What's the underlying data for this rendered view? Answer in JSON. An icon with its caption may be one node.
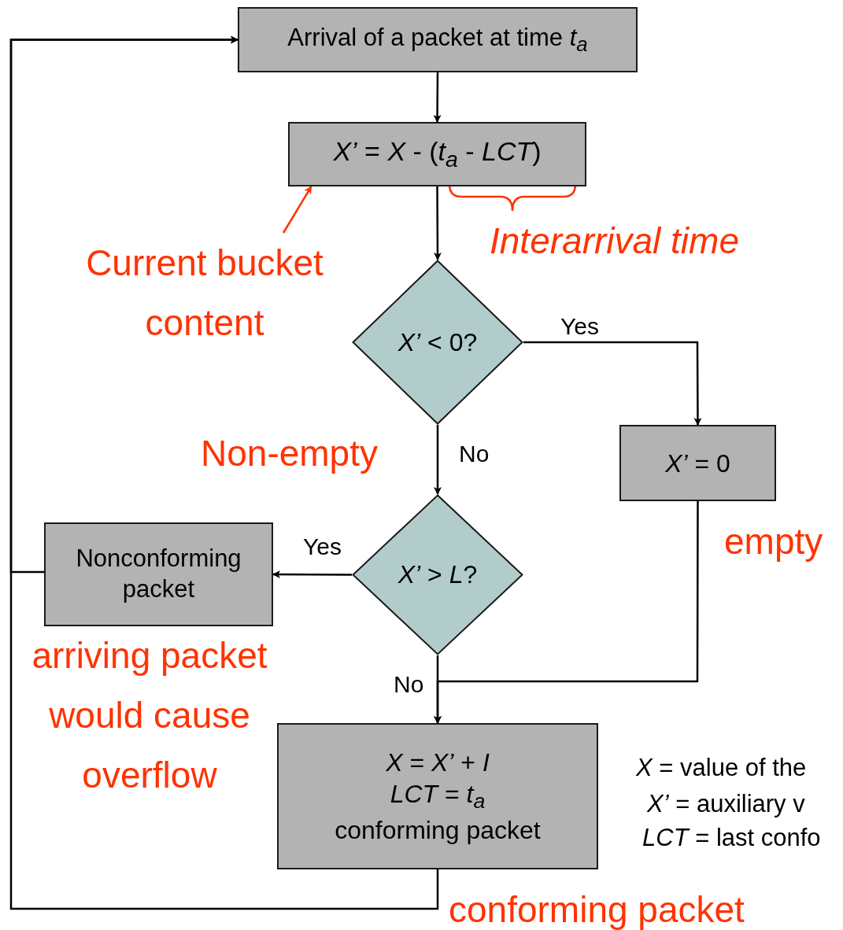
{
  "diagram": {
    "nodes": [
      {
        "text": [
          "Arrival of a packet at time *t*$_{a}$"
        ]
      },
      {
        "text": [
          "*X’* = *X* - (*t*$_{a}$  - *LCT*)"
        ]
      },
      {
        "text": [
          "*X’* < 0?"
        ]
      },
      {
        "text": [
          "*X’* = 0"
        ]
      },
      {
        "text": [
          "*X’* > *L*?"
        ]
      },
      {
        "text": [
          "Nonconforming packet"
        ]
      },
      {
        "text": [
          "*X* = *X’* + *I*",
          "*LCT* = *t*$_{a}$",
          "conforming packet"
        ]
      },
      {
        "text": [
          "Current bucket content"
        ]
      }
    ],
    "edges": [
      {
        "from": 0,
        "to": 1,
        "arrow": "to"
      },
      {
        "from": 1,
        "to": 2,
        "arrow": "to"
      },
      {
        "from": 2,
        "to": 3,
        "arrow": "to",
        "label": "Yes"
      },
      {
        "from": 2,
        "to": 4,
        "arrow": "to",
        "label": "No"
      },
      {
        "from": 4,
        "to": 5,
        "arrow": "to",
        "label": "Yes"
      },
      {
        "from": 4,
        "to": 6,
        "arrow": "to",
        "label": "No"
      },
      {
        "from": 3,
        "to": 6,
        "arrow": "to"
      },
      {
        "from": 5,
        "to": 0,
        "arrow": "to"
      },
      {
        "from": 6,
        "to": 0,
        "arrow": "to"
      },
      {
        "from": 7,
        "to": 1,
        "arrow": "to",
        "color": "#ff3300"
      }
    ],
    "labels": [
      "Interarrival time",
      "Non-empty",
      "empty",
      "arriving packet would cause overflow",
      "conforming packet",
      "*X* =  value of the",
      "*X’* =  auxiliary v",
      "*LCT* = last confo"
    ]
  }
}
